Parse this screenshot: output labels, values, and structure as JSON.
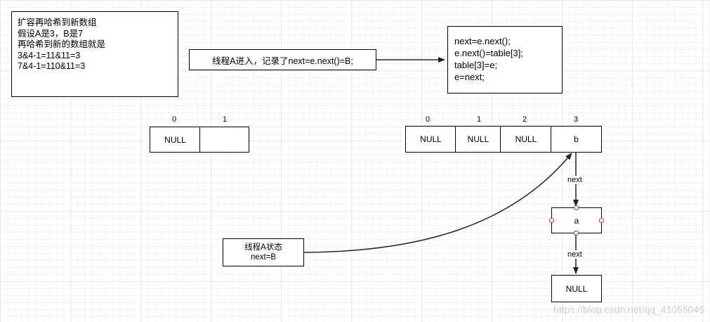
{
  "note": {
    "lines": [
      "扩容再哈希到新数组",
      "假设A是3，B是7",
      "再哈希到新的数组就是",
      "3&4-1=11&11=3",
      "7&4-1=110&11=3"
    ]
  },
  "thread_box": {
    "text": "线程A进入，记录了next=e.next()=B;"
  },
  "code_box": {
    "lines": [
      "next=e.next();",
      "e.next()=table[3];",
      "table[3]=e;",
      "e=next;"
    ]
  },
  "old_table": {
    "indices": [
      "0",
      "1"
    ],
    "cells": [
      "NULL",
      ""
    ]
  },
  "new_table": {
    "indices": [
      "0",
      "1",
      "2",
      "3"
    ],
    "cells": [
      "NULL",
      "NULL",
      "NULL",
      "b"
    ]
  },
  "chain": {
    "node_a": "a",
    "node_null": "NULL",
    "next_label_1": "next",
    "next_label_2": "next"
  },
  "state_box": {
    "line1": "线程A状态",
    "line2": "next=B"
  },
  "watermark": "https://blog.csdn.net/qq_41055045",
  "colors": {
    "highlight_arrow": "#e8383d",
    "port": "#c0392b"
  }
}
